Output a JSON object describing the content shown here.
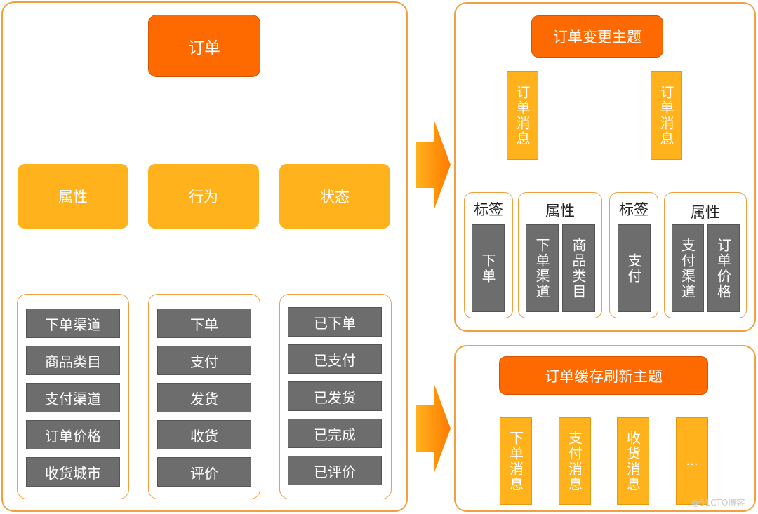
{
  "left": {
    "root": "订单",
    "categories": [
      {
        "label": "属性",
        "items": [
          "下单渠道",
          "商品类目",
          "支付渠道",
          "订单价格",
          "收货城市"
        ]
      },
      {
        "label": "行为",
        "items": [
          "下单",
          "支付",
          "发货",
          "收货",
          "评价"
        ]
      },
      {
        "label": "状态",
        "items": [
          "已下单",
          "已支付",
          "已发货",
          "已完成",
          "已评价"
        ]
      }
    ]
  },
  "topic_change": {
    "title": "订单变更主题",
    "messages": [
      {
        "label": "订单消息",
        "tag_title": "标签",
        "tag_value": "下单",
        "attr_title": "属性",
        "attr_values": [
          "下单渠道",
          "商品类目"
        ]
      },
      {
        "label": "订单消息",
        "tag_title": "标签",
        "tag_value": "支付",
        "attr_title": "属性",
        "attr_values": [
          "支付渠道",
          "订单价格"
        ]
      }
    ]
  },
  "topic_cache": {
    "title": "订单缓存刷新主题",
    "messages": [
      "下单消息",
      "支付消息",
      "收货消息",
      "..."
    ]
  },
  "watermark": "@51CTO博客",
  "colors": {
    "orange": "#ff6a00",
    "yellow": "#ffb21c",
    "gray": "#6d6d6d",
    "border": "#f0a040",
    "connector": "#666666"
  }
}
